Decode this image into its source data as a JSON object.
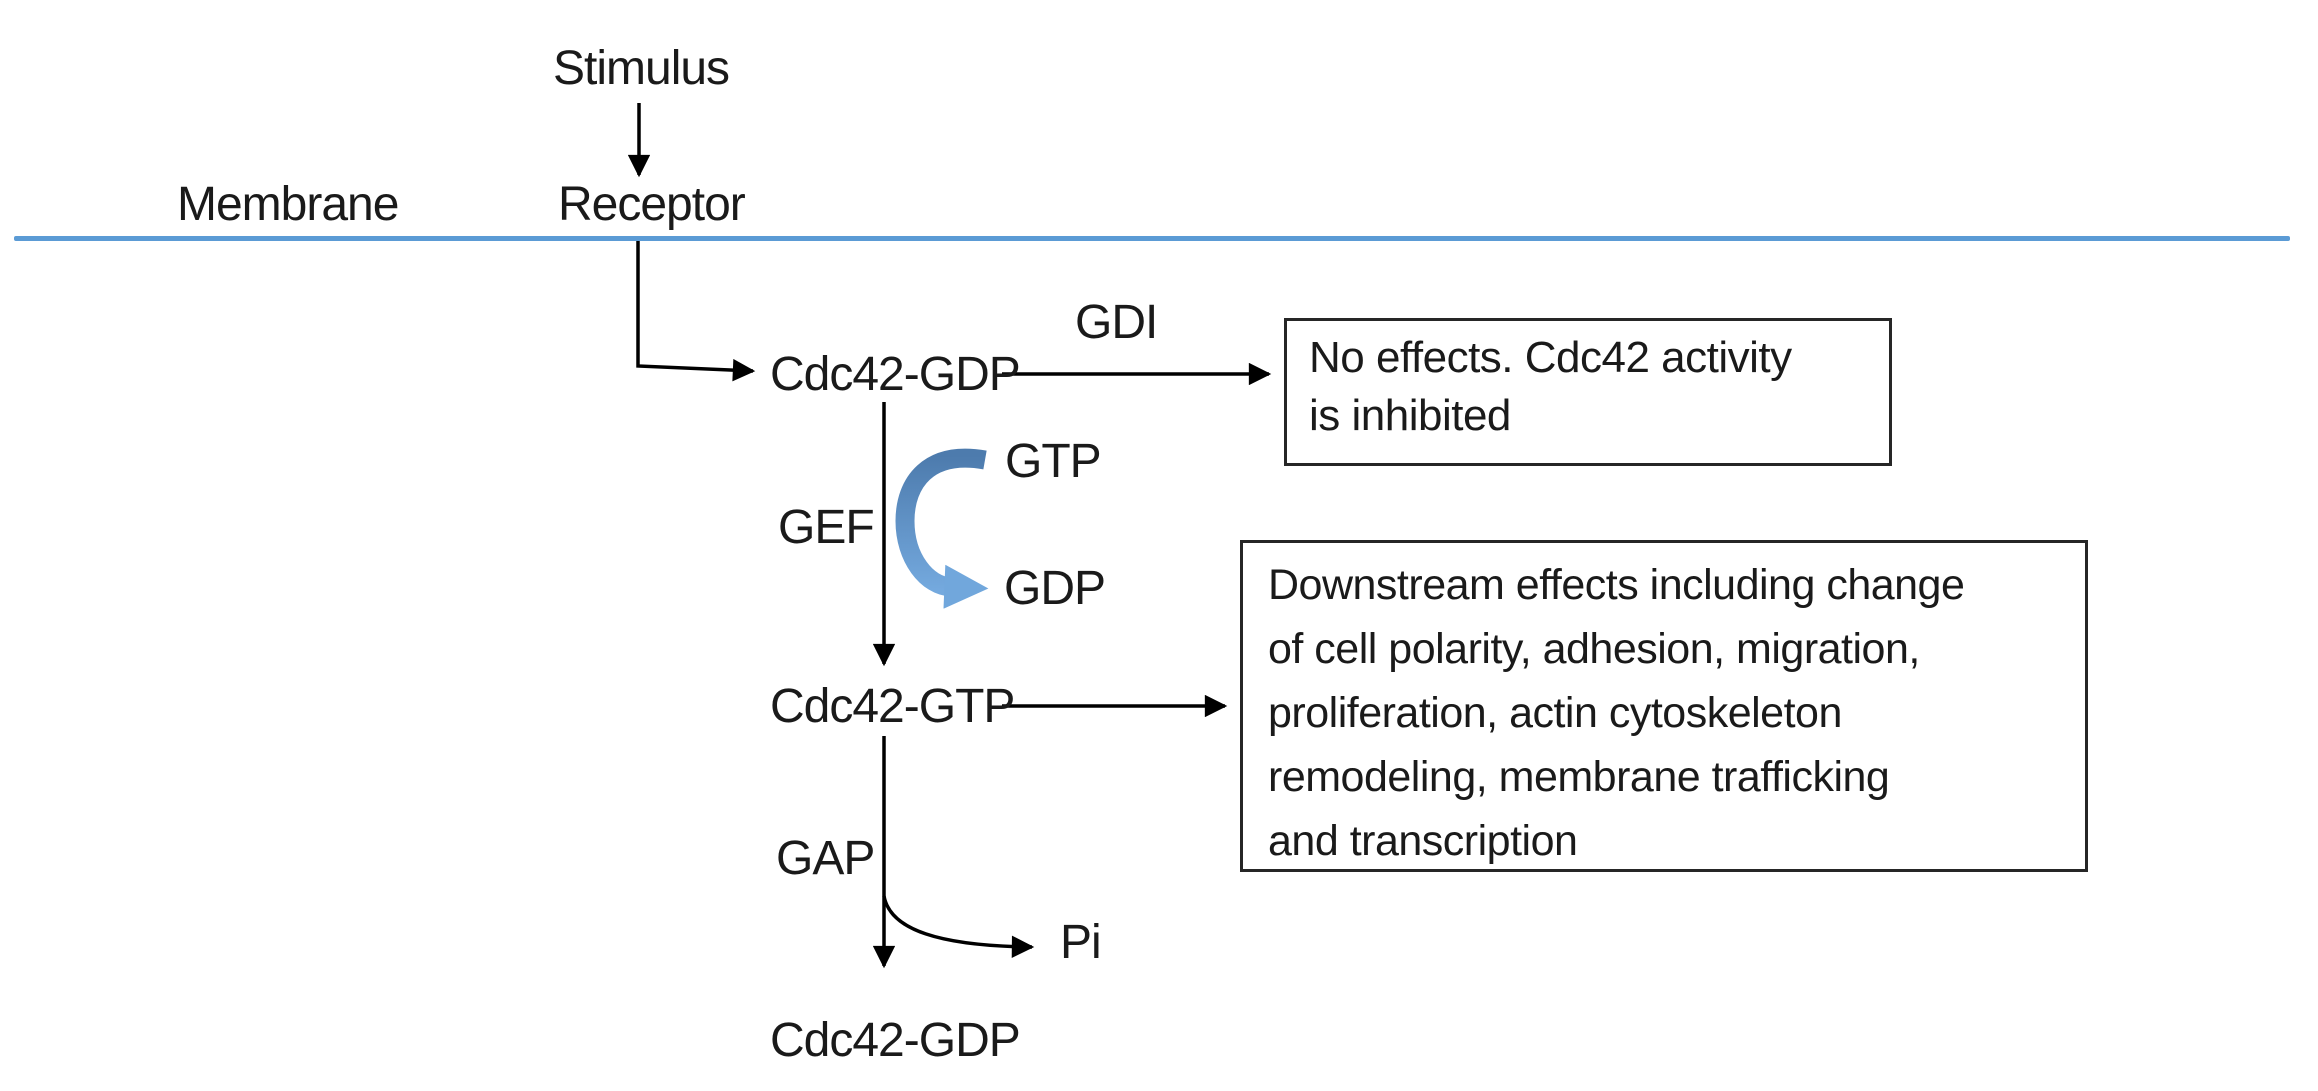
{
  "diagram": {
    "title_context": "Cdc42 GTPase activation cycle",
    "labels": {
      "stimulus": "Stimulus",
      "membrane": "Membrane",
      "receptor": "Receptor",
      "cdc42_gdp_top": "Cdc42-GDP",
      "gdi": "GDI",
      "gef": "GEF",
      "gtp": "GTP",
      "gdp": "GDP",
      "cdc42_gtp": "Cdc42-GTP",
      "gap": "GAP",
      "pi": "Pi",
      "cdc42_gdp_bottom": "Cdc42-GDP"
    },
    "boxes": {
      "no_effects": {
        "full_text": "No effects. Cdc42 activity is inhibited",
        "lines": [
          "No effects. Cdc42 activity",
          "is inhibited"
        ]
      },
      "downstream": {
        "full_text": "Downstream effects including change of cell polarity, adhesion, migration, proliferation, actin cytoskeleton remodeling, membrane trafficking and transcription",
        "lines": [
          "Downstream effects including change",
          "of cell polarity, adhesion, migration,",
          "proliferation, actin cytoskeleton",
          "remodeling, membrane trafficking",
          "and transcription"
        ]
      }
    },
    "colors": {
      "membrane_line": "#5b9bd5",
      "cycle_arrow_top": "#4d7bad",
      "cycle_arrow_bottom": "#74a9de",
      "cycle_arrowhead": "#71a7dc",
      "black_arrow": "#000000",
      "text": "#1a1a1a",
      "box_border": "#262626"
    }
  }
}
